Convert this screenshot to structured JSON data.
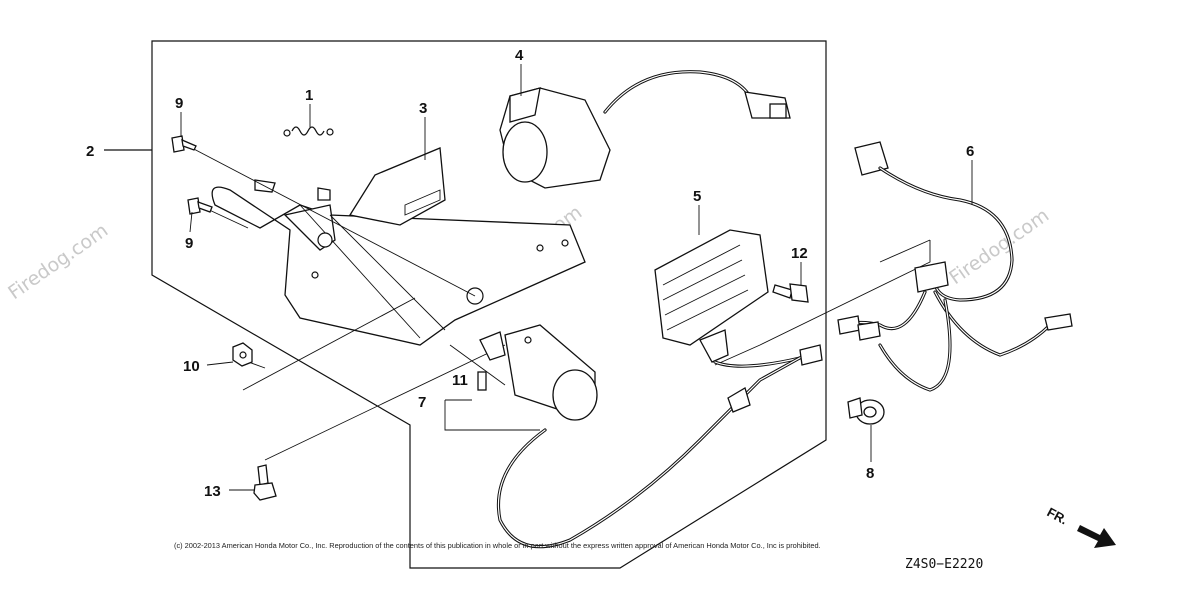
{
  "callouts": [
    "1",
    "2",
    "3",
    "4",
    "5",
    "6",
    "7",
    "8",
    "9",
    "9",
    "10",
    "11",
    "12",
    "13"
  ],
  "diagram_code": "Z4S0−E2220",
  "copyright": "(c) 2002-2013 American Honda Motor Co., Inc. Reproduction of the contents of this publication in whole or in part without the express written approval of American Honda Motor Co., Inc is prohibited.",
  "watermark": "Firedog.com",
  "front_marker": "FR."
}
